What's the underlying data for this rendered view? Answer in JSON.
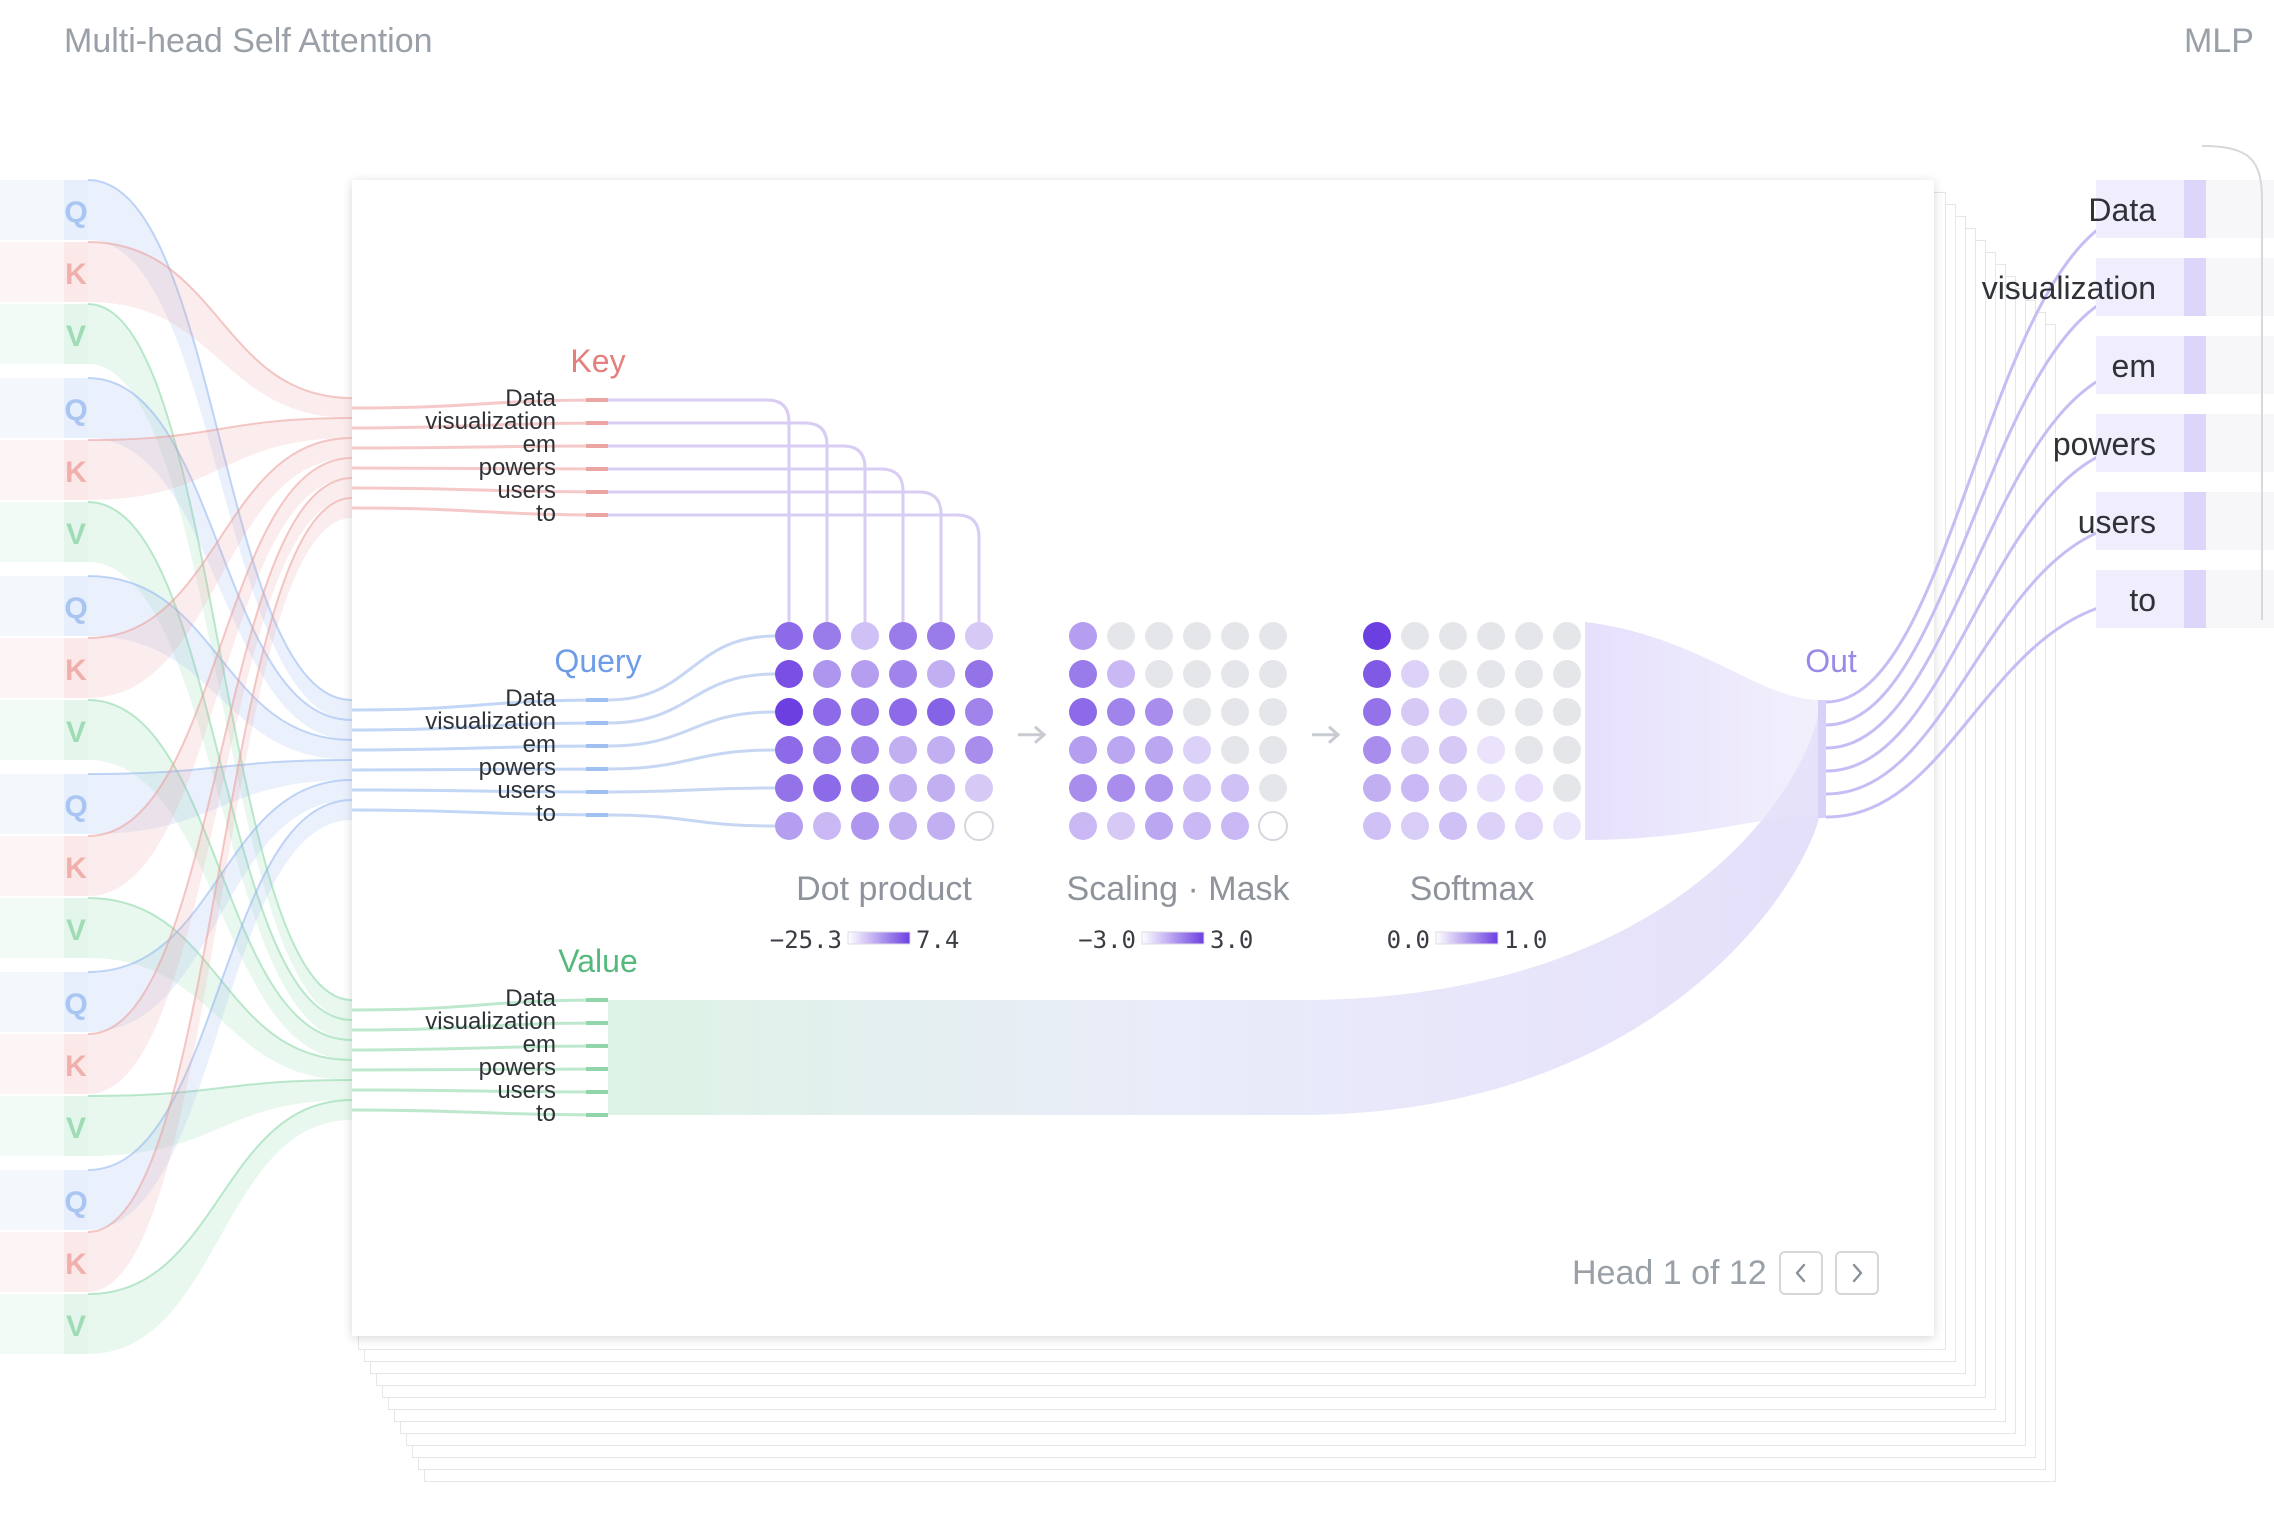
{
  "header": {
    "left_title": "Multi-head Self Attention",
    "right_title": "MLP"
  },
  "qkv_letters": [
    "Q",
    "K",
    "V"
  ],
  "tokens": [
    "Data",
    "visualization",
    "em",
    "powers",
    "users",
    "to"
  ],
  "groups": {
    "key": "Key",
    "query": "Query",
    "value": "Value",
    "out": "Out"
  },
  "stages": [
    {
      "label": "Dot product",
      "min": "−25.3",
      "max": "7.4"
    },
    {
      "label": "Scaling · Mask",
      "min": "−3.0",
      "max": "3.0"
    },
    {
      "label": "Softmax",
      "min": "0.0",
      "max": "1.0"
    }
  ],
  "matrices": {
    "dot_product": [
      [
        0.75,
        0.65,
        0.25,
        0.65,
        0.65,
        0.2
      ],
      [
        0.9,
        0.5,
        0.45,
        0.6,
        0.35,
        0.7
      ],
      [
        1.0,
        0.75,
        0.7,
        0.75,
        0.8,
        0.6
      ],
      [
        0.75,
        0.65,
        0.6,
        0.35,
        0.35,
        0.55
      ],
      [
        0.7,
        0.75,
        0.7,
        0.35,
        0.35,
        0.2
      ],
      [
        0.45,
        0.3,
        0.5,
        0.35,
        0.35,
        0.0
      ]
    ],
    "scaling_mask": [
      [
        0.45,
        -1,
        -1,
        -1,
        -1,
        -1
      ],
      [
        0.65,
        0.3,
        -1,
        -1,
        -1,
        -1
      ],
      [
        0.75,
        0.6,
        0.55,
        -1,
        -1,
        -1
      ],
      [
        0.45,
        0.4,
        0.4,
        0.15,
        -1,
        -1
      ],
      [
        0.55,
        0.55,
        0.5,
        0.25,
        0.25,
        -1
      ],
      [
        0.3,
        0.2,
        0.4,
        0.3,
        0.3,
        0.0
      ]
    ],
    "softmax": [
      [
        1.0,
        -1,
        -1,
        -1,
        -1,
        -1
      ],
      [
        0.85,
        0.15,
        -1,
        -1,
        -1,
        -1
      ],
      [
        0.7,
        0.2,
        0.15,
        -1,
        -1,
        -1
      ],
      [
        0.55,
        0.2,
        0.2,
        0.05,
        -1,
        -1
      ],
      [
        0.35,
        0.3,
        0.2,
        0.08,
        0.08,
        -1
      ],
      [
        0.25,
        0.18,
        0.25,
        0.15,
        0.12,
        0.04
      ]
    ]
  },
  "pagination": {
    "label": "Head 1 of 12",
    "current": 1,
    "total": 12
  },
  "icons": {
    "prev": "chevron-left-icon",
    "next": "chevron-right-icon",
    "arrow": "arrow-right-icon"
  },
  "colors": {
    "query": "#8fb4ee",
    "key": "#eb9c99",
    "value": "#86d6a4",
    "attention": "#6c3fe0",
    "out": "#a89bf0",
    "empty_cell": "#e5e6ea",
    "muted_text": "#9aa0a8"
  }
}
